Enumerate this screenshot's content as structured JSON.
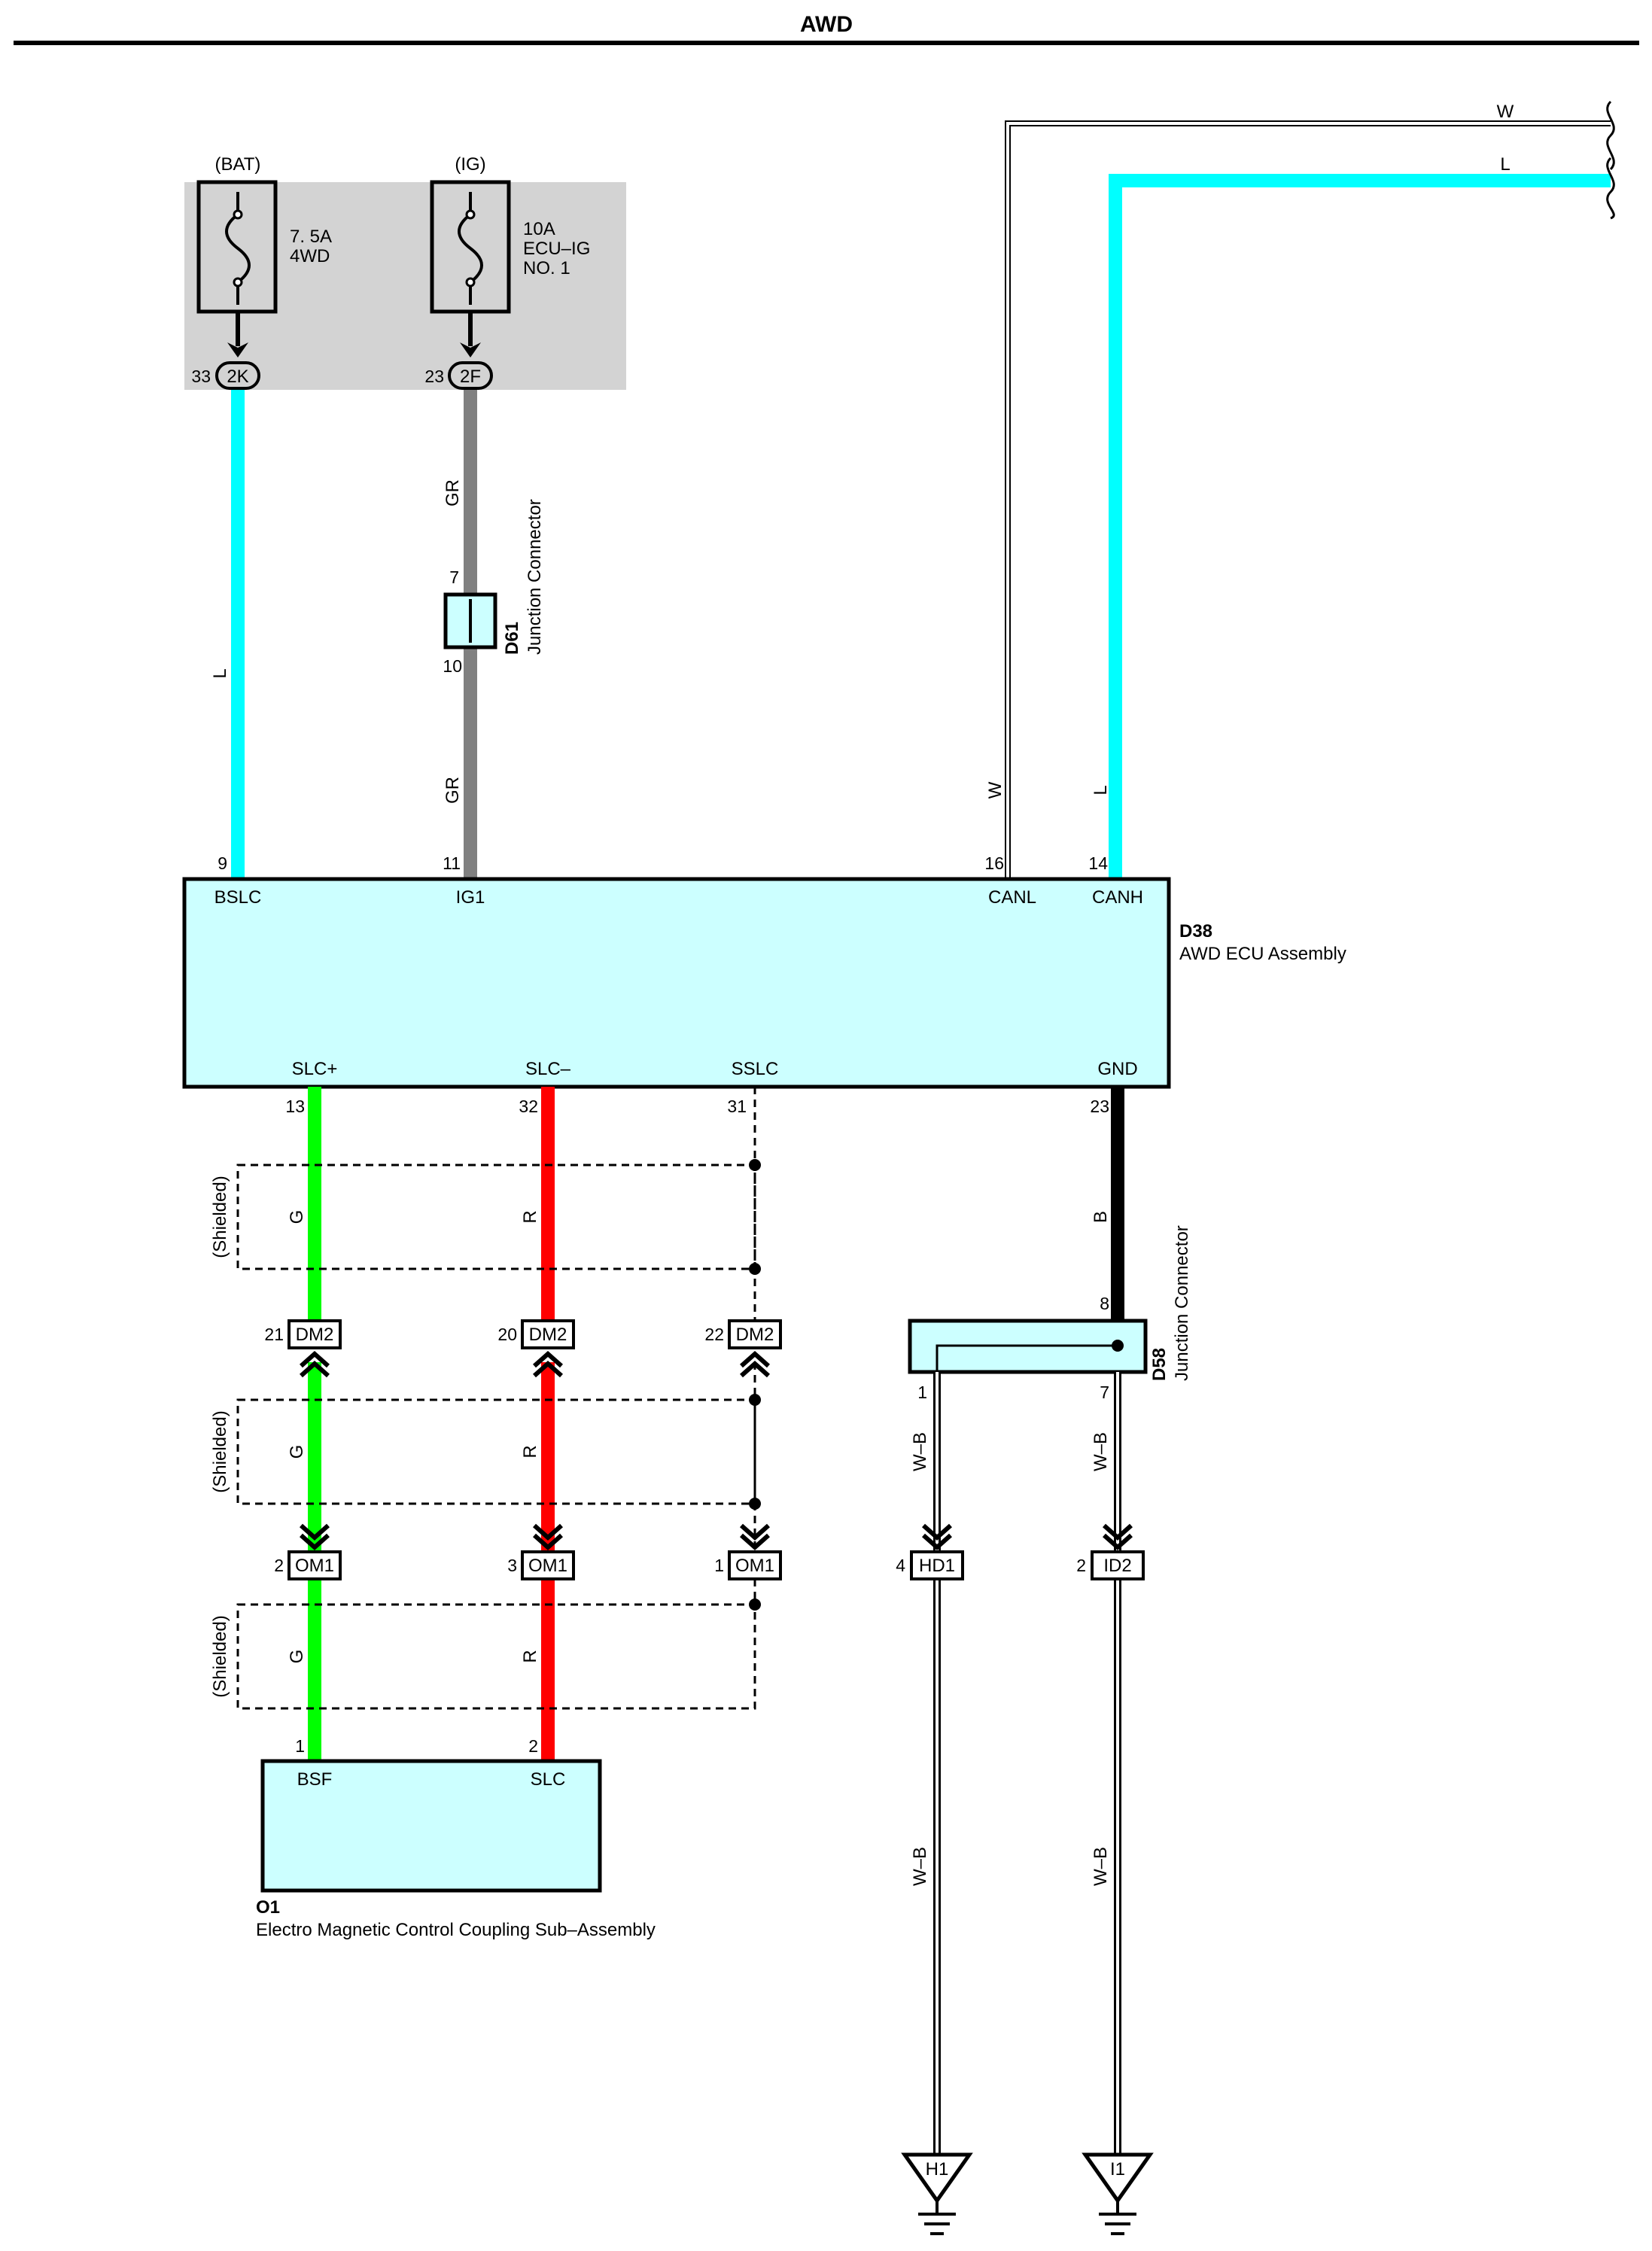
{
  "title": "AWD",
  "colors": {
    "light_blue": "#00ffff",
    "gray": "#808080",
    "green": "#00ff00",
    "red": "#ff0000",
    "black": "#000000",
    "component_fill": "#ccffff",
    "fuse_box_fill": "#d3d3d3"
  },
  "fuses": [
    {
      "power": "(BAT)",
      "rating": "7. 5A",
      "name": "4WD",
      "name2": "",
      "pin": "33",
      "connector": "2K"
    },
    {
      "power": "(IG)",
      "rating": "10A",
      "name": "ECU–IG",
      "name2": "NO. 1",
      "pin": "23",
      "connector": "2F"
    }
  ],
  "wire_labels": {
    "l": "L",
    "gr": "GR",
    "w": "W",
    "g": "G",
    "r": "R",
    "b": "B",
    "wb": "W–B",
    "shielded": "(Shielded)"
  },
  "junction_d61": {
    "id": "D61",
    "name": "Junction Connector",
    "pin_top": "7",
    "pin_bottom": "10"
  },
  "junction_d58": {
    "id": "D58",
    "name": "Junction Connector",
    "pin_top": "8",
    "pin_left": "1",
    "pin_right": "7"
  },
  "ecu": {
    "id": "D38",
    "name": "AWD ECU Assembly",
    "top_pins": [
      {
        "num": "9",
        "name": "BSLC"
      },
      {
        "num": "11",
        "name": "IG1"
      },
      {
        "num": "16",
        "name": "CANL"
      },
      {
        "num": "14",
        "name": "CANH"
      }
    ],
    "bottom_pins": [
      {
        "num": "13",
        "name": "SLC+"
      },
      {
        "num": "32",
        "name": "SLC–"
      },
      {
        "num": "31",
        "name": "SSLC"
      },
      {
        "num": "23",
        "name": "GND"
      }
    ]
  },
  "dm2": [
    {
      "pin": "21",
      "name": "DM2"
    },
    {
      "pin": "20",
      "name": "DM2"
    },
    {
      "pin": "22",
      "name": "DM2"
    }
  ],
  "om1": [
    {
      "pin": "2",
      "name": "OM1"
    },
    {
      "pin": "3",
      "name": "OM1"
    },
    {
      "pin": "1",
      "name": "OM1"
    }
  ],
  "ground_connectors": [
    {
      "pin": "4",
      "name": "HD1"
    },
    {
      "pin": "2",
      "name": "ID2"
    }
  ],
  "grounds": [
    "H1",
    "I1"
  ],
  "coupling": {
    "id": "O1",
    "name": "Electro Magnetic Control Coupling Sub–Assembly",
    "pins": [
      {
        "num": "1",
        "name": "BSF"
      },
      {
        "num": "2",
        "name": "SLC"
      }
    ]
  }
}
